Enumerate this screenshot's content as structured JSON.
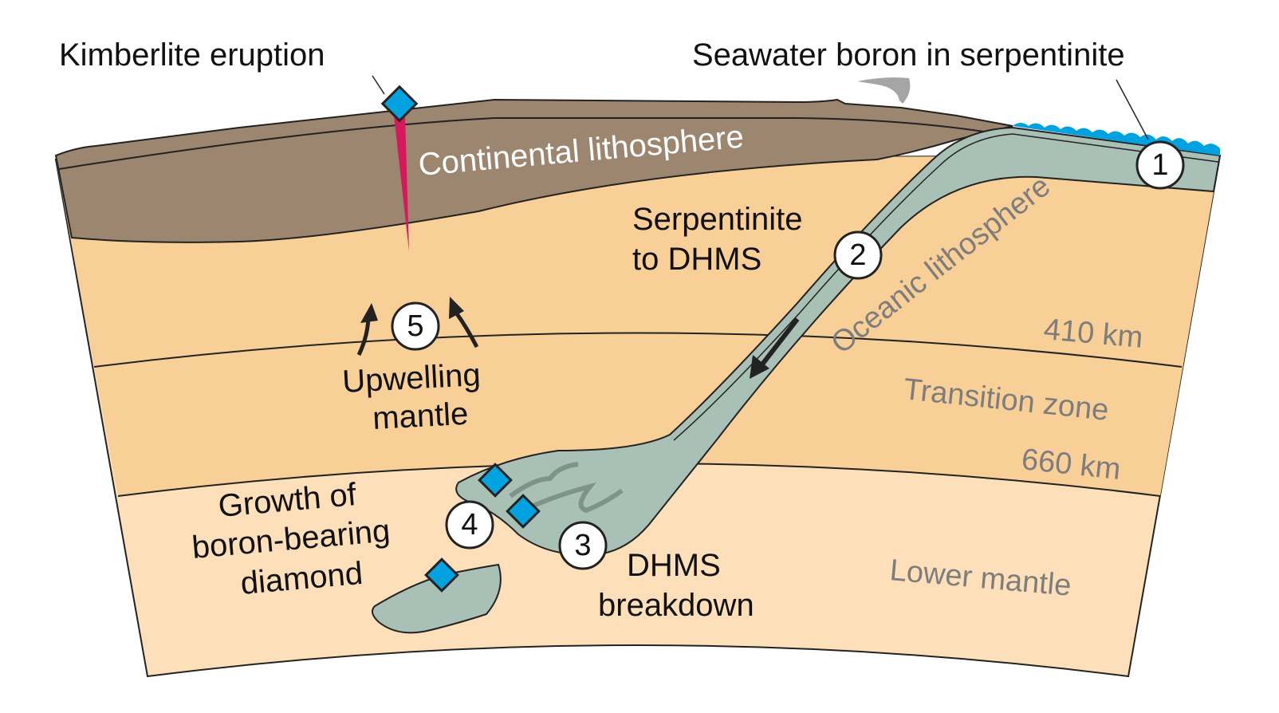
{
  "title_labels": {
    "kimberlite": "Kimberlite eruption",
    "seawater": "Seawater boron in serpentinite"
  },
  "layers": {
    "continental": "Continental lithosphere",
    "oceanic": "Oceanic lithosphere",
    "km410": "410 km",
    "transition": "Transition zone",
    "km660": "660 km",
    "lower": "Lower mantle"
  },
  "processes": {
    "serp_line1": "Serpentinite",
    "serp_line2": "to DHMS",
    "upwell_line1": "Upwelling",
    "upwell_line2": "mantle",
    "growth_line1": "Growth of",
    "growth_line2": "boron-bearing",
    "growth_line3": "diamond",
    "dhms_line1": "DHMS",
    "dhms_line2": "breakdown"
  },
  "steps": [
    "1",
    "2",
    "3",
    "4",
    "5"
  ],
  "colors": {
    "continental": "#9d8670",
    "upper_mantle": "#f9cf98",
    "lower_mantle": "#fde0ba",
    "slab": "#a8c0b5",
    "diamond": "#00a3e0",
    "kimberlite": "#d6195c",
    "ocean": "#00a3e0"
  }
}
